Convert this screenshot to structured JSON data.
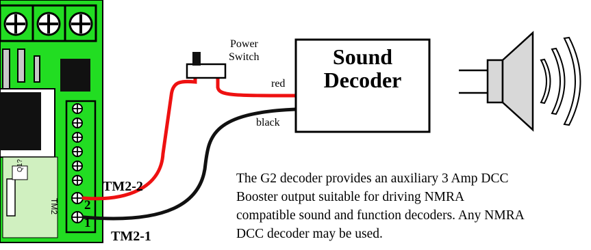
{
  "labels": {
    "power_switch_line1": "Power",
    "power_switch_line2": "Switch",
    "red_wire": "red",
    "black_wire": "black",
    "sound_decoder_line1": "Sound",
    "sound_decoder_line2": "Decoder",
    "tm2_2": "TM2-2",
    "tm2_1": "TM2-1",
    "pin_2": "2",
    "pin_1": "1",
    "board_q": "Q1?",
    "board_tm2": "TM2"
  },
  "description": {
    "line1": "The G2 decoder provides an auxiliary 3 Amp DCC",
    "line2": "Booster output suitable for driving NMRA",
    "line3": "compatible sound and function decoders. Any NMRA",
    "line4": "DCC decoder may be used."
  },
  "colors": {
    "board_green": "#22dd22",
    "board_light": "#d0f0c0",
    "wire_red": "#ee1111",
    "wire_black": "#111111",
    "outline": "#000000"
  }
}
